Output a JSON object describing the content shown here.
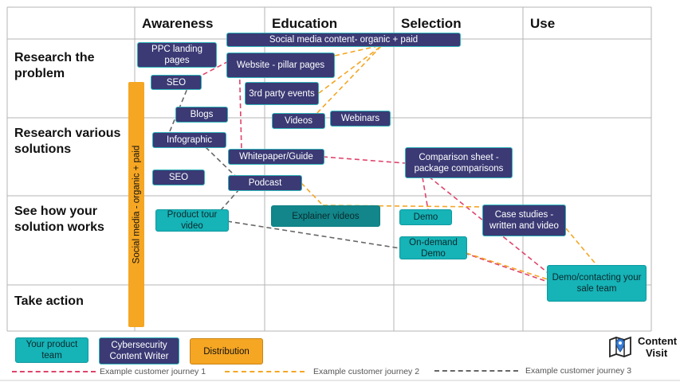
{
  "headers": {
    "awareness": "Awareness",
    "education": "Education",
    "selection": "Selection",
    "use": "Use"
  },
  "rows": {
    "research_problem": "Research the problem",
    "research_solutions": "Research various solutions",
    "see_how": "See how your solution works",
    "take_action": "Take action"
  },
  "distribution_bar": "Social media - organic + paid",
  "boxes": {
    "social_media_content": "Social media content- organic + paid",
    "ppc_landing": "PPC landing pages",
    "website_pillar": "Website - pillar pages",
    "seo_1": "SEO",
    "third_party_events": "3rd party events",
    "blogs": "Blogs",
    "videos": "Videos",
    "webinars": "Webinars",
    "infographic": "Infographic",
    "whitepaper": "Whitepaper/Guide",
    "comparison_sheet": "Comparison sheet - package comparisons",
    "seo_2": "SEO",
    "podcast": "Podcast",
    "product_tour": "Product tour video",
    "explainer_videos": "Explainer videos",
    "demo": "Demo",
    "case_studies": "Case studies - written and video",
    "on_demand_demo": "On-demand Demo",
    "demo_contacting": "Demo/contacting your sale team"
  },
  "legend": {
    "product_team": "Your product team",
    "writer": "Cybersecurity Content Writer",
    "distribution": "Distribution",
    "journey1": "Example customer journey 1",
    "journey2": "Example customer journey 2",
    "journey3": "Example customer journey 3"
  },
  "colors": {
    "purple": "#3b3a75",
    "teal": "#16b3b7",
    "orange": "#f5a623",
    "journey1": "#e0436b",
    "journey2": "#f5a623",
    "journey3": "#666666"
  },
  "logo": {
    "line1": "Content",
    "line2": "Visit",
    "icon": "map-pin-icon"
  }
}
